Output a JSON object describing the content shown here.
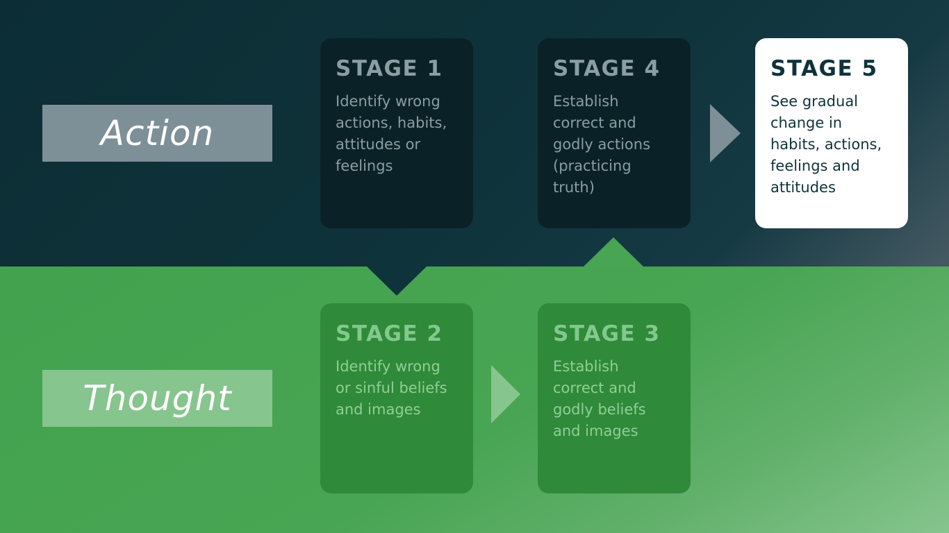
{
  "rows": {
    "action_label": "Action",
    "thought_label": "Thought"
  },
  "stages": {
    "stage1": {
      "title": "STAGE 1",
      "lines": [
        "Identify wrong",
        "actions, habits,",
        "attitudes or",
        "feelings"
      ]
    },
    "stage2": {
      "title": "STAGE 2",
      "lines": [
        "Identify wrong",
        "or sinful beliefs",
        "and images"
      ]
    },
    "stage3": {
      "title": "STAGE 3",
      "lines": [
        "Establish",
        "correct and",
        "godly beliefs",
        "and images"
      ]
    },
    "stage4": {
      "title": "STAGE 4",
      "lines": [
        "Establish",
        "correct and",
        "godly actions",
        "(practicing",
        "truth)"
      ]
    },
    "stage5": {
      "title": "STAGE 5",
      "lines": [
        "See gradual",
        "change in",
        "habits, actions,",
        "feelings and",
        "attitudes"
      ]
    }
  },
  "colors": {
    "action_band": "#0f333a",
    "thought_band": "#48a553",
    "action_card": "#0a2227",
    "thought_card": "#2f8a39",
    "highlight_card": "#ffffff",
    "arrow_gray": "#7e9097",
    "arrow_light_green": "#86c58d"
  }
}
